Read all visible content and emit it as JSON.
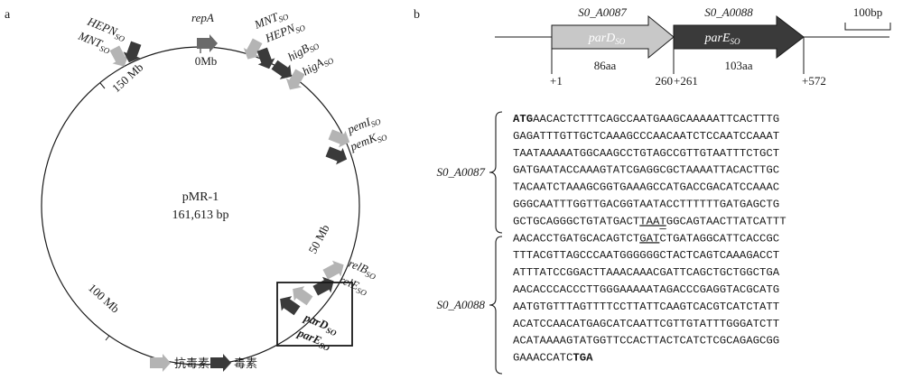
{
  "panel_a": {
    "letter": "a",
    "plasmid": {
      "name": "pMR-1",
      "size": "161,613 bp"
    },
    "positions": {
      "zero": "0Mb",
      "fifty": "50 Mb",
      "hundred": "100 Mb",
      "one_fifty": "150 Mb"
    },
    "genes": {
      "repA": "repA",
      "hepn_left": {
        "main": "HEPN",
        "sub": "SO"
      },
      "mnt_left": {
        "main": "MNT",
        "sub": "SO"
      },
      "mnt_right": {
        "main": "MNT",
        "sub": "SO"
      },
      "hepn_right": {
        "main": "HEPN",
        "sub": "SO"
      },
      "higB": {
        "main": "higB",
        "sub": "SO"
      },
      "higA": {
        "main": "higA",
        "sub": "SO"
      },
      "pemI": {
        "main": "pemI",
        "sub": "SO"
      },
      "pemK": {
        "main": "pemK",
        "sub": "SO"
      },
      "relB": {
        "main": "relB",
        "sub": "SO"
      },
      "relE": {
        "main": "relE",
        "sub": "SO"
      },
      "parD": {
        "main": "parD",
        "sub": "SO"
      },
      "parE": {
        "main": "parE",
        "sub": "SO"
      }
    },
    "legend": {
      "antitoxin": "抗毒素",
      "toxin": "毒素"
    },
    "colors": {
      "antitoxin": "#b4b4b4",
      "toxin": "#3a3a3a",
      "repA": "#6a6a6a"
    }
  },
  "panel_b": {
    "letter": "b",
    "gene1": {
      "locus": "S0_A0087",
      "name": "parD",
      "sub": "SO",
      "length": "86aa"
    },
    "gene2": {
      "locus": "S0_A0088",
      "name": "parE",
      "sub": "SO",
      "length": "103aa"
    },
    "scale_bar": "100bp",
    "coords": {
      "start": "+1",
      "end1": "260",
      "start2": "+261",
      "end2": "+572"
    },
    "seq_label1": "S0_A0087",
    "seq_label2": "S0_A0088",
    "sequence": [
      [
        [
          "ATG",
          "b"
        ],
        [
          "AACACTCTTTCAGCCAATGAAGCAAAAATTCACTTTG",
          ""
        ]
      ],
      [
        [
          "GAGATTTGTTGCTCAAAGCCCAACAATCTCCAATCCAAAT",
          ""
        ]
      ],
      [
        [
          "TAATAAAAATGGCAAGCCTGTAGCCGTTGTAATTTCTGCT",
          ""
        ]
      ],
      [
        [
          "GATGAATACCAAAGTATCGAGGCGCTAAAATTACACTTGC",
          ""
        ]
      ],
      [
        [
          "TACAATCTAAAGCGGTGAAAGCCATGACCGACATCCAAAC",
          ""
        ]
      ],
      [
        [
          "GGGCAATTTGGTTGACGGTAATACCTTTTTTGATGAGCTG",
          ""
        ]
      ],
      [
        [
          "GCTGCAGGGCTGTATGACT",
          ""
        ],
        [
          "TAA",
          "u"
        ],
        [
          "T",
          "du"
        ],
        [
          "GGCAGTAACTTATCATTT",
          ""
        ]
      ],
      [
        [
          "AACACCTGATGCACAGTCT",
          ""
        ],
        [
          "GAT",
          "u"
        ],
        [
          "CTGATAGGCATTCACCGC",
          ""
        ]
      ],
      [
        [
          "TTTACGTTAGCCCAATGGGGGGCTACTCAGTCAAAGACCT",
          ""
        ]
      ],
      [
        [
          "ATTTATCCGGACTTAAACAAACGATTCAGCTGCTGGCTGA",
          ""
        ]
      ],
      [
        [
          "AACACCCACCCTTGGGAAAAATAGACCCGAGGTACGCATG",
          ""
        ]
      ],
      [
        [
          "AATGTGTTTAGTTTTCCTTATTCAAGTCACGTCATCTATT",
          ""
        ]
      ],
      [
        [
          "ACATCCAACATGAGCATCAATTCGTTGTATTTGGGATCTT",
          ""
        ]
      ],
      [
        [
          "ACATAAAAGTATGGTTCCACTTACTCATCTCGCAGAGCGG",
          ""
        ]
      ],
      [
        [
          "GAAACCATC",
          ""
        ],
        [
          "TGA",
          "b"
        ]
      ]
    ]
  }
}
